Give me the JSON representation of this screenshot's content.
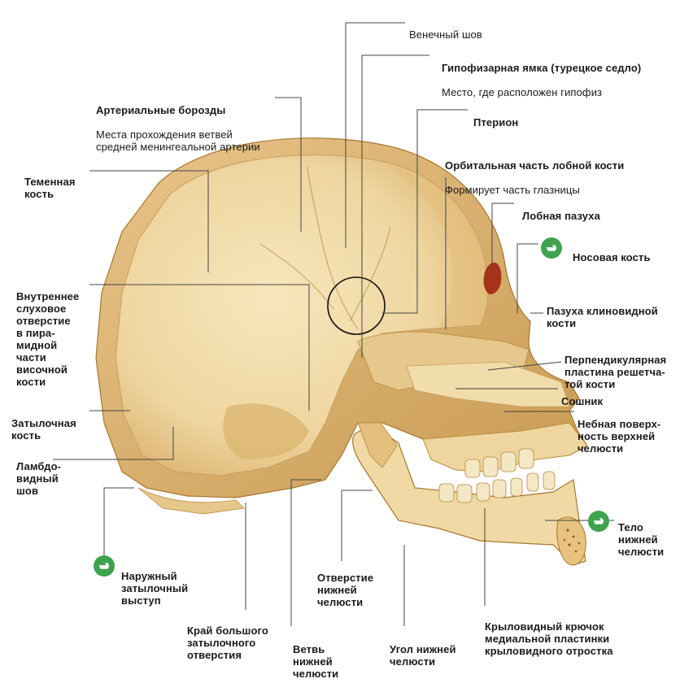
{
  "colors": {
    "bone": "#f0d9a4",
    "bone_dark": "#d9b46a",
    "bone_shadow": "#b98b3e",
    "leader": "#444444",
    "badge": "#3fa34d"
  },
  "labels": {
    "coronal_suture": "Венечный шов",
    "hypophyseal_fossa_title": "Гипофизарная ямка (турецкое седло)",
    "hypophyseal_fossa_desc": "Место, где расположен гипофиз",
    "arterial_grooves_title": "Артериальные борозды",
    "arterial_grooves_desc": "Места прохождения ветвей\nсредней менингеальной артерии",
    "pterion": "Птерион",
    "orbital_part_title": "Орбитальная часть лобной кости",
    "orbital_part_desc": "Формирует часть глазницы",
    "parietal_bone": "Теменная\nкость",
    "frontal_sinus": "Лобная пазуха",
    "nasal_bone": "Носовая кость",
    "internal_acoustic": "Внутреннее\nслуховое\nотверстие\nв пира-\nмидной\nчасти\nвисочной\nкости",
    "sphenoid_sinus": "Пазуха клиновидной\nкости",
    "perpendicular_plate": "Перпендикулярная\nпластина решетча-\nтой кости",
    "vomer": "Сошник",
    "palatine_surface": "Небная поверх-\nность верхней\nчелюсти",
    "occipital_bone": "Затылочная\nкость",
    "lambdoid_suture": "Ламбдо-\nвидный\nшов",
    "mandible_body": "Тело\nнижней\nчелюсти",
    "external_occipital": "Наружный\nзатылочный\nвыступ",
    "mandibular_foramen": "Отверстие\nнижней\nчелюсти",
    "pterygoid_hamulus": "Крыловидный крючок\nмедиальной пластинки\nкрыловидного отростка",
    "foramen_magnum_edge": "Край большого\nзатылочного\nотверстия",
    "mandible_ramus": "Ветвь\nнижней\nчелюсти",
    "mandible_angle": "Угол нижней\nчелюсти"
  },
  "icons": {
    "badge_icon": "pointing-hand-icon"
  }
}
